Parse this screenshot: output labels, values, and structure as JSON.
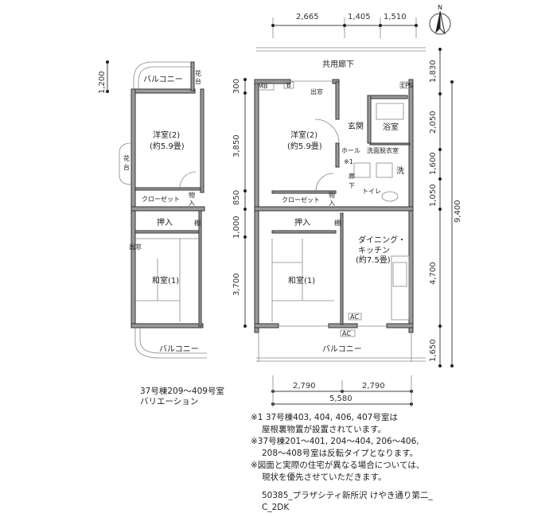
{
  "compass": {
    "label": "N"
  },
  "dimensions": {
    "top": [
      "2,665",
      "1,405",
      "1,510"
    ],
    "right_inner": [
      "1,830",
      "2,050",
      "1,600",
      "1,050",
      "4,700",
      "1,650"
    ],
    "right_outer": "9,400",
    "left_of_main": [
      "300",
      "3,850",
      "850",
      "1,000",
      "3,700"
    ],
    "variation_left": "1,200",
    "bottom": [
      "2,790",
      "2,790"
    ],
    "bottom_total": "5,580"
  },
  "main_plan": {
    "corridor": "共用廊下",
    "mb": "MB",
    "b": "B",
    "eps": "EPS",
    "window_top": "出窓",
    "entrance": "玄関",
    "bath": "浴室",
    "western_room_name": "洋室(2)",
    "western_room_size": "(約5.9畳)",
    "hall": "ホール",
    "washroom": "洗面脱衣室",
    "note_mark": "※1",
    "hallway": "廊",
    "hallway2": "下",
    "washer": "洗",
    "toilet": "トイレ",
    "closet": "クローゼット",
    "storage1": "物",
    "storage2": "入",
    "oshiire": "押入",
    "shelf": "棚",
    "dining1": "ダイニング・",
    "dining2": "キッチン",
    "dining_size": "(約7.5畳)",
    "japanese_room": "和室(1)",
    "ac": "AC",
    "balcony": "バルコニー"
  },
  "variation_plan": {
    "balcony_top": "バルコニー",
    "flower1": "花",
    "flower2": "台",
    "western_room_name": "洋室(2)",
    "western_room_size": "(約5.9畳)",
    "closet": "クローゼット",
    "storage1": "物",
    "storage2": "入",
    "oshiire": "押入",
    "shelf": "棚",
    "window": "出窓",
    "japanese_room": "和室(1)",
    "balcony_bottom": "バルコニー",
    "caption1": "37号棟209～409号室",
    "caption2": "バリエーション"
  },
  "notes": [
    "※1  37号棟403, 404, 406, 407号室は",
    "屋根裏物置が設置されています。",
    "※37号棟201～401, 204～404, 206～406,",
    "208～408号室は反転タイプとなります。",
    "※図面と実際の住宅が異なる場合については、",
    "現状を優先させていただきます。"
  ],
  "footer": {
    "line1": "50385_プラザシティ新所沢 けやき通り第二_",
    "line2": "C_2DK"
  }
}
